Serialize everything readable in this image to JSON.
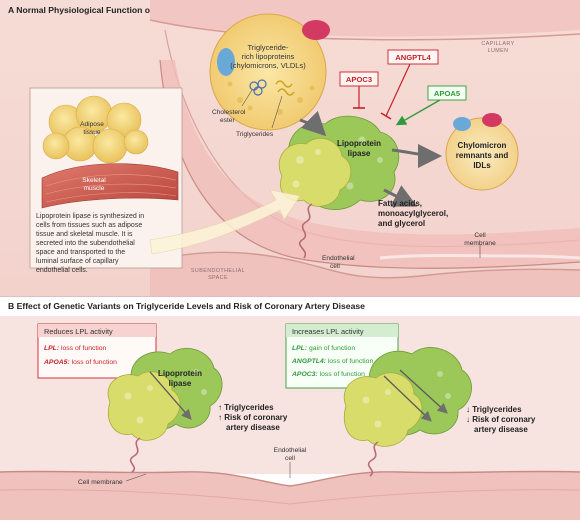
{
  "panel_a": {
    "title": "A   Normal Physiological Function of Lipoprotein Lipase",
    "capillary_lumen": [
      "CAPILLARY",
      "LUMEN"
    ],
    "trl_label": [
      "Triglyceride-",
      "rich lipoproteins",
      "(chylomicrons, VLDLs)"
    ],
    "cholesterol_ester": [
      "Cholesterol",
      "ester"
    ],
    "triglycerides": "Triglycerides",
    "apoc3": "APOC3",
    "angptl4": "ANGPTL4",
    "apoa5": "APOA5",
    "lpl_label": [
      "Lipoprotein",
      "lipase"
    ],
    "remnants": [
      "Chylomicron",
      "remnants and",
      "IDLs"
    ],
    "products": [
      "Fatty acids,",
      "monoacylglycerol,",
      "and glycerol"
    ],
    "adipose": [
      "Adipose",
      "tissue"
    ],
    "skeletal": [
      "Skeletal",
      "muscle"
    ],
    "synthesis_text": [
      "Lipoprotein lipase is synthesized in",
      "cells from tissues such as adipose",
      "tissue and skeletal muscle. It is",
      "secreted into the subendothelial",
      "space and transported to the",
      "luminal surface of capillary",
      "endothelial cells."
    ],
    "subendothelial": [
      "SUBENDOTHELIAL",
      "SPACE"
    ],
    "endothelial_cell": [
      "Endothelial",
      "cell"
    ],
    "cell_membrane": [
      "Cell",
      "membrane"
    ]
  },
  "panel_b": {
    "title": "B   Effect of Genetic Variants on Triglyceride Levels and Risk of Coronary Artery Disease",
    "reduces_box": {
      "heading": "Reduces LPL activity",
      "items": [
        {
          "gene": "LPL:",
          "effect": " loss of function"
        },
        {
          "gene": "APOA5:",
          "effect": " loss of function"
        }
      ]
    },
    "increases_box": {
      "heading": "Increases LPL activity",
      "items": [
        {
          "gene": "LPL:",
          "effect": " gain of function"
        },
        {
          "gene": "ANGPTL4:",
          "effect": " loss of function"
        },
        {
          "gene": "APOC3:",
          "effect": " loss of function"
        }
      ]
    },
    "lpl_label": [
      "Lipoprotein",
      "lipase"
    ],
    "left_outcome": [
      "↑ Triglycerides",
      "↑ Risk of coronary",
      "artery disease"
    ],
    "right_outcome": [
      "↓ Triglycerides",
      "↓ Risk of coronary",
      "artery disease"
    ],
    "endothelial_cell": [
      "Endothelial",
      "cell"
    ],
    "cell_membrane": "Cell membrane"
  },
  "colors": {
    "red": "#c8202c",
    "green": "#2e9a3c",
    "pink_tissue": "#f0c8c4",
    "lumen": "#f7e4e0",
    "lpl_yellow": "#d8dc6a",
    "lpl_green": "#9cc85a"
  }
}
